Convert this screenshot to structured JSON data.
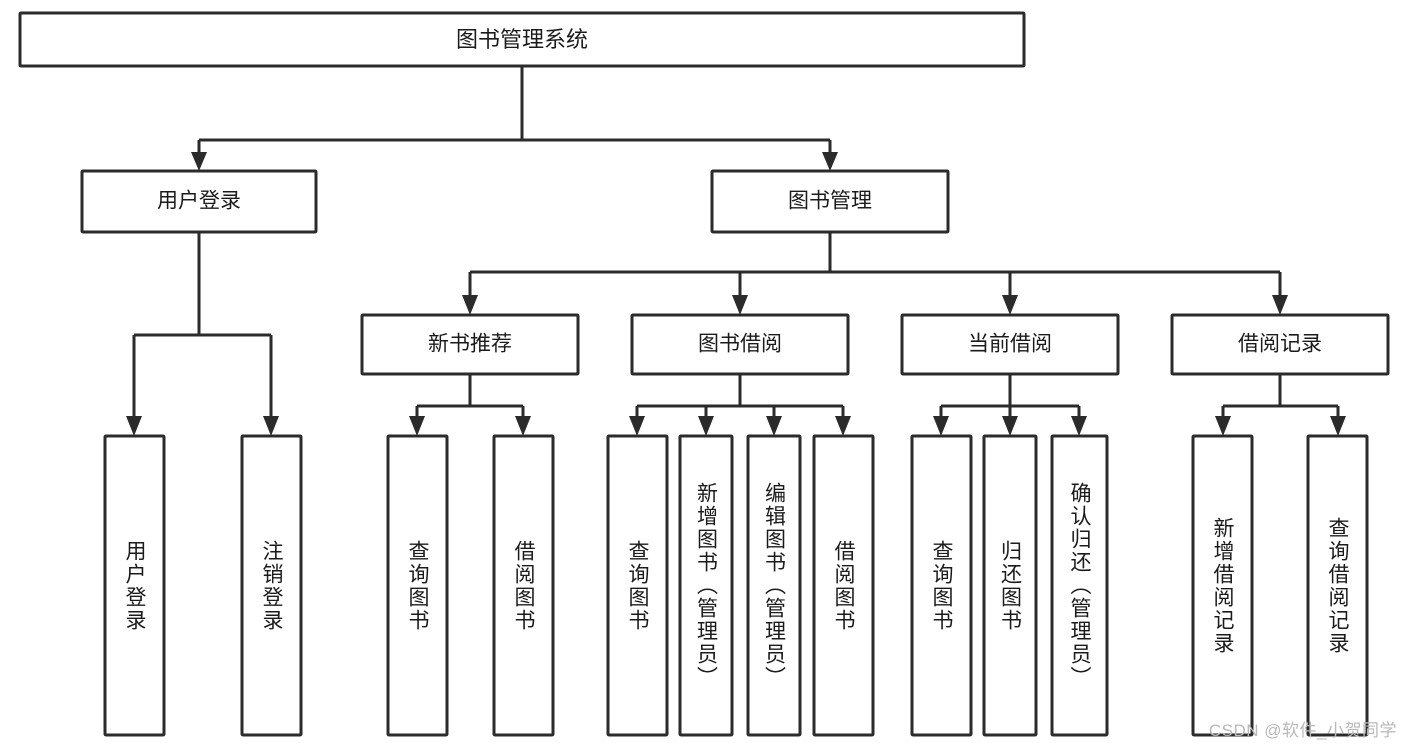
{
  "diagram": {
    "title": "图书管理系统",
    "type": "tree-hierarchy-diagram",
    "orientation": "top-down",
    "root": {
      "label": "图书管理系统",
      "level": 1
    },
    "level2": [
      {
        "label": "用户登录"
      },
      {
        "label": "图书管理"
      }
    ],
    "level3": [
      {
        "label": "新书推荐"
      },
      {
        "label": "图书借阅"
      },
      {
        "label": "当前借阅"
      },
      {
        "label": "借阅记录"
      }
    ],
    "leaves": {
      "user_login": [
        {
          "label": "用户登录"
        },
        {
          "label": "注销登录"
        }
      ],
      "new_book_recommend": [
        {
          "label": "查询图书"
        },
        {
          "label": "借阅图书"
        }
      ],
      "book_borrow": [
        {
          "label": "查询图书"
        },
        {
          "label": "新增图书（管理员）"
        },
        {
          "label": "编辑图书（管理员）"
        },
        {
          "label": "借阅图书"
        }
      ],
      "current_borrow": [
        {
          "label": "查询图书"
        },
        {
          "label": "归还图书"
        },
        {
          "label": "确认归还（管理员）"
        }
      ],
      "borrow_records": [
        {
          "label": "新增借阅记录"
        },
        {
          "label": "查询借阅记录"
        }
      ]
    }
  },
  "watermark": {
    "text": "CSDN @软件_小贺同学"
  },
  "colors": {
    "stroke": "#2b2b2b",
    "fill": "#ffffff",
    "text": "#1b1b1b",
    "watermark": "#b9b9b9",
    "background": "#ffffff"
  }
}
